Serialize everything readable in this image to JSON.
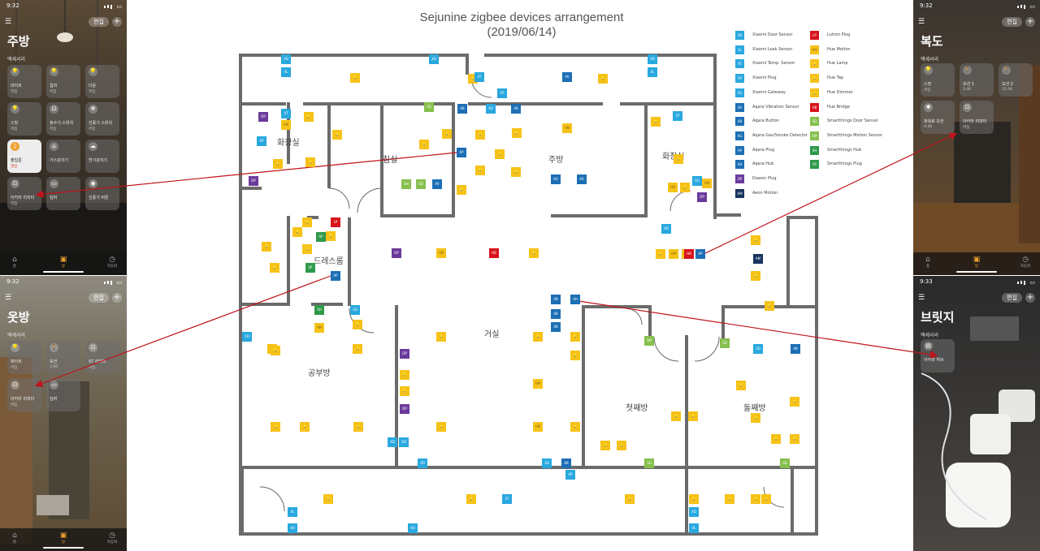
{
  "title": [
    "Sejunine zigbee devices arrangement",
    "(2019/06/14)"
  ],
  "colors": {
    "dark": "#1c6fb5",
    "light": "#29a8df",
    "navy": "#17345e",
    "purple": "#6b3a9c",
    "yellow": "#f6c218",
    "red": "#d8141c",
    "green": "#2e9a4a",
    "lgreen": "#86c04d"
  },
  "legend": [
    {
      "code": "XD",
      "color": "light",
      "label": "Xiaomi Door Sensor"
    },
    {
      "code": "XL",
      "color": "light",
      "label": "Xiaomi Leak Sensor"
    },
    {
      "code": "XT",
      "color": "light",
      "label": "Xiaomi Temp. Sensor"
    },
    {
      "code": "XP",
      "color": "light",
      "label": "Xiaomi Plug"
    },
    {
      "code": "XG",
      "color": "light",
      "label": "Xiaomi Gateway"
    },
    {
      "code": "AV",
      "color": "dark",
      "label": "Aqara Vibration Sensor"
    },
    {
      "code": "AB",
      "color": "dark",
      "label": "Aqara Button"
    },
    {
      "code": "AG",
      "color": "dark",
      "label": "Aqara Gas/Smoke Detector"
    },
    {
      "code": "AP",
      "color": "dark",
      "label": "Aqara Plug"
    },
    {
      "code": "AH",
      "color": "dark",
      "label": "Aqara Hub"
    },
    {
      "code": "DP",
      "color": "purple",
      "label": "Dawon Plug"
    },
    {
      "code": "AM",
      "color": "navy",
      "label": "Aeon Motion"
    },
    {
      "code": "LP",
      "color": "red",
      "label": "Lutron Plug"
    },
    {
      "code": "HM",
      "color": "yellow",
      "label": "Hue Motion"
    },
    {
      "code": "",
      "color": "yellow",
      "label": "Hue Lamp"
    },
    {
      "code": "",
      "color": "yellow",
      "label": "Hue Tap"
    },
    {
      "code": "",
      "color": "yellow",
      "label": "Hue Dimmer"
    },
    {
      "code": "HB",
      "color": "red",
      "label": "Hue Bridge"
    },
    {
      "code": "SD",
      "color": "lgreen",
      "label": "Smartthings Door Sensor"
    },
    {
      "code": "SM",
      "color": "lgreen",
      "label": "Smartthings Motion Sensor"
    },
    {
      "code": "SH",
      "color": "green",
      "label": "Smartthings Hub"
    },
    {
      "code": "SP",
      "color": "green",
      "label": "Smartthings Plug"
    }
  ],
  "rooms": [
    "화장실",
    "침실",
    "주방",
    "화장실",
    "드레스룸",
    "거실",
    "공부방",
    "첫째방",
    "둘째방"
  ],
  "devices": [
    [
      "XD",
      "light"
    ],
    [
      "XD",
      "light"
    ],
    [
      "XD",
      "light"
    ],
    [
      "XL",
      "light"
    ],
    [
      "XL",
      "light"
    ],
    [
      "AV",
      "dark"
    ],
    [
      "",
      "yellow"
    ],
    [
      "",
      "yellow"
    ],
    [
      "",
      "yellow"
    ],
    [
      "XT",
      "light"
    ],
    [
      "XP",
      "light"
    ],
    [
      "SD",
      "lgreen"
    ],
    [
      "XD",
      "light"
    ],
    [
      "AB",
      "dark"
    ],
    [
      "AB",
      "dark"
    ],
    [
      "XT",
      "light"
    ],
    [
      "AP",
      "dark"
    ],
    [
      "XT",
      "light"
    ],
    [
      "DP",
      "purple"
    ],
    [
      "HM",
      "yellow"
    ],
    [
      "",
      "yellow"
    ],
    [
      "",
      "yellow"
    ],
    [
      "XP",
      "light"
    ],
    [
      "",
      "yellow"
    ],
    [
      "",
      "yellow"
    ],
    [
      "",
      "yellow"
    ],
    [
      "",
      "yellow"
    ],
    [
      "",
      "yellow"
    ],
    [
      "",
      "yellow"
    ],
    [
      "",
      "yellow"
    ],
    [
      "",
      "yellow"
    ],
    [
      "",
      "yellow"
    ],
    [
      "",
      "yellow"
    ],
    [
      "",
      "yellow"
    ],
    [
      "HM",
      "yellow"
    ],
    [
      "",
      "yellow"
    ],
    [
      "SH",
      "lgreen"
    ],
    [
      "SD",
      "lgreen"
    ],
    [
      "AV",
      "dark"
    ],
    [
      "AG",
      "dark"
    ],
    [
      "AG",
      "dark"
    ],
    [
      "XG",
      "light"
    ],
    [
      "DP",
      "purple"
    ],
    [
      "HM",
      "yellow"
    ],
    [
      "",
      "yellow"
    ],
    [
      "HM",
      "yellow"
    ],
    [
      "DP",
      "purple"
    ],
    [
      "",
      "yellow"
    ],
    [
      "",
      "yellow"
    ],
    [
      "",
      "yellow"
    ],
    [
      "HM",
      "yellow"
    ],
    [
      "",
      "yellow"
    ],
    [
      "DP",
      "purple"
    ],
    [
      "XD",
      "light"
    ],
    [
      "SP",
      "green"
    ],
    [
      "",
      "yellow"
    ],
    [
      "",
      "yellow"
    ],
    [
      "",
      "yellow"
    ],
    [
      "",
      "yellow"
    ],
    [
      "LP",
      "red"
    ],
    [
      "SP",
      "green"
    ],
    [
      "",
      "yellow"
    ],
    [
      "AP",
      "dark"
    ],
    [
      "",
      "yellow"
    ],
    [
      "HM",
      "yellow"
    ],
    [
      "HB",
      "red"
    ],
    [
      "",
      "yellow"
    ],
    [
      "HM",
      "yellow"
    ],
    [
      "",
      "yellow"
    ],
    [
      "HB",
      "red"
    ],
    [
      "AP",
      "dark"
    ],
    [
      "",
      "yellow"
    ],
    [
      "AM",
      "navy"
    ],
    [
      "",
      "yellow"
    ],
    [
      "SM",
      "lgreen"
    ],
    [
      "XD",
      "light"
    ],
    [
      "AH",
      "dark"
    ],
    [
      "AB",
      "dark"
    ],
    [
      "SH",
      "green"
    ],
    [
      "AB",
      "dark"
    ],
    [
      "XD",
      "light"
    ],
    [
      "AB",
      "dark"
    ],
    [
      "HM",
      "yellow"
    ],
    [
      "",
      "yellow"
    ],
    [
      "",
      "yellow"
    ],
    [
      "",
      "yellow"
    ],
    [
      "",
      "yellow"
    ],
    [
      "DP",
      "purple"
    ],
    [
      "",
      "yellow"
    ],
    [
      "",
      "yellow"
    ],
    [
      "DP",
      "purple"
    ],
    [
      "",
      "yellow"
    ],
    [
      "",
      "yellow"
    ],
    [
      "",
      "yellow"
    ],
    [
      "",
      "yellow"
    ],
    [
      "",
      "yellow"
    ],
    [
      "",
      "yellow"
    ],
    [
      "HM",
      "yellow"
    ],
    [
      "",
      "yellow"
    ],
    [
      "",
      "yellow"
    ],
    [
      "",
      "yellow"
    ],
    [
      "",
      "yellow"
    ],
    [
      "",
      "yellow"
    ],
    [
      "",
      "yellow"
    ],
    [
      "XD",
      "light"
    ],
    [
      "XD",
      "light"
    ],
    [
      "XD",
      "light"
    ],
    [
      "AB",
      "dark"
    ],
    [
      "XP",
      "light"
    ],
    [
      "XD",
      "light"
    ],
    [
      "SD",
      "lgreen"
    ],
    [
      "SD",
      "lgreen"
    ],
    [
      "",
      "yellow"
    ],
    [
      "",
      "yellow"
    ],
    [
      "",
      "yellow"
    ],
    [
      "",
      "yellow"
    ],
    [
      "",
      "yellow"
    ],
    [
      "",
      "yellow"
    ],
    [
      "",
      "yellow"
    ],
    [
      "SD",
      "lgreen"
    ],
    [
      "XD",
      "light"
    ],
    [
      "AB",
      "dark"
    ],
    [
      "",
      "yellow"
    ],
    [
      "",
      "yellow"
    ],
    [
      "XT",
      "light"
    ],
    [
      "",
      "yellow"
    ],
    [
      "",
      "yellow"
    ],
    [
      "XL",
      "light"
    ],
    [
      "XD",
      "light"
    ],
    [
      "XD",
      "light"
    ],
    [
      "XL",
      "light"
    ],
    [
      "XD",
      "light"
    ]
  ],
  "phones": [
    {
      "id": "kitchen",
      "time": "9:32",
      "edit": "편집",
      "room": "주방",
      "section": "액세서리",
      "tiles": [
        {
          "name": "라이트",
          "status": "꺼짐",
          "icon": "lamp"
        },
        {
          "name": "컵라",
          "status": "꺼짐",
          "icon": "lamp"
        },
        {
          "name": "다운",
          "status": "꺼짐",
          "icon": "lamp"
        },
        {
          "name": "스팟",
          "status": "꺼짐",
          "icon": "lamp"
        },
        {
          "name": "정수기 스위치",
          "status": "꺼짐",
          "icon": "plug"
        },
        {
          "name": "선풍기 스위치",
          "status": "꺼짐",
          "icon": "fan"
        },
        {
          "name": "출입문",
          "status": "열림",
          "icon": "door",
          "on": true
        },
        {
          "name": "가스감지기",
          "status": "",
          "icon": "home"
        },
        {
          "name": "연기감지기",
          "status": "",
          "icon": "cloud"
        },
        {
          "name": "아카라 리피터",
          "status": "꺼짐",
          "icon": "plug"
        },
        {
          "name": "딤머",
          "status": "",
          "icon": "dimmer"
        },
        {
          "name": "선풍기 버튼",
          "status": "",
          "icon": "button"
        }
      ]
    },
    {
      "id": "hallway",
      "time": "9:32",
      "edit": "편집",
      "room": "복도",
      "section": "액세서리",
      "tiles": [
        {
          "name": "스팟",
          "status": "꺼짐",
          "icon": "lamp"
        },
        {
          "name": "모션 1",
          "status": "3:46",
          "icon": "walk"
        },
        {
          "name": "모션 2",
          "status": "31:46",
          "icon": "walk"
        },
        {
          "name": "파워로 모션",
          "status": "4:46",
          "icon": "sensor"
        },
        {
          "name": "아카라 리피터",
          "status": "꺼짐",
          "icon": "plug"
        }
      ]
    },
    {
      "id": "dressroom",
      "time": "9:32",
      "edit": "편집",
      "room": "옷방",
      "section": "액세서리",
      "tiles": [
        {
          "name": "파이트",
          "status": "꺼짐",
          "icon": "lamp"
        },
        {
          "name": "모션",
          "status": "3:46",
          "icon": "walk"
        },
        {
          "name": "ST 리피터",
          "status": "꺼짐",
          "icon": "plug"
        },
        {
          "name": "아카라 리피터",
          "status": "꺼짐",
          "icon": "plug"
        },
        {
          "name": "딤머",
          "status": "",
          "icon": "dimmer"
        }
      ]
    },
    {
      "id": "bridge",
      "time": "9:33",
      "edit": "편집",
      "room": "브릿지",
      "section": "액세서리",
      "tiles": [
        {
          "name": "아카라 허브",
          "status": "",
          "icon": "hub"
        }
      ]
    }
  ],
  "tabs": [
    "홈",
    "방",
    "자동화"
  ]
}
